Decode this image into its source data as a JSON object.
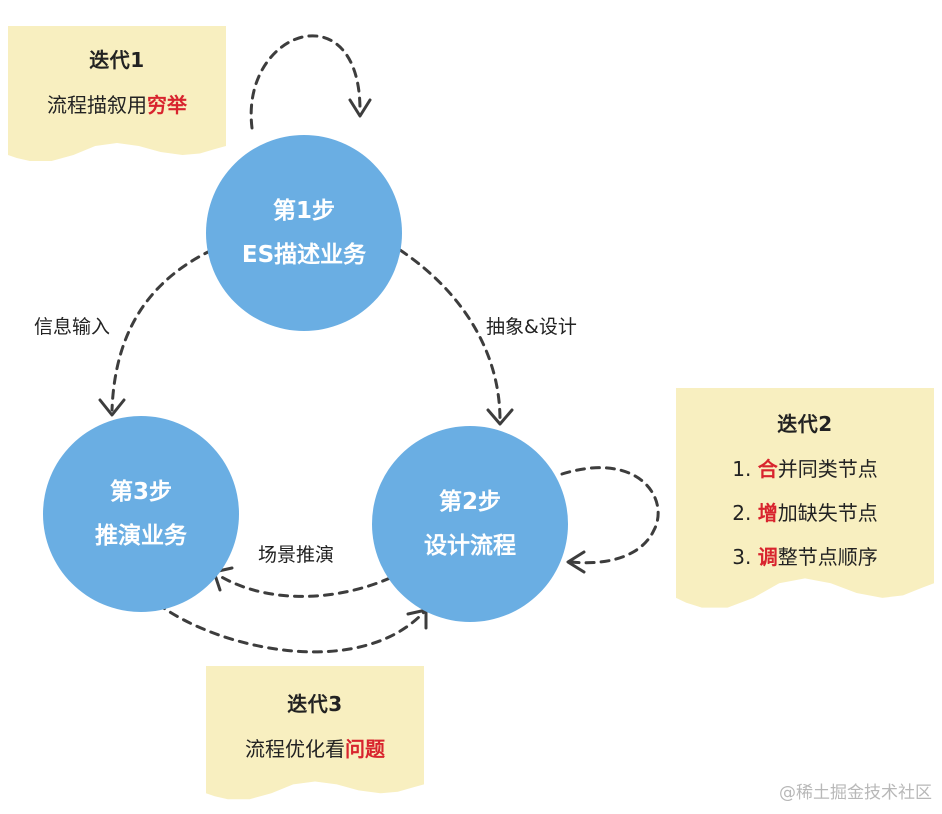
{
  "notes": {
    "iteration_1": {
      "title": "迭代1",
      "line_prefix": "流程描叙用",
      "line_highlight": "穷举"
    },
    "iteration_2": {
      "title": "迭代2",
      "items": [
        {
          "prefix": "1. ",
          "highlight": "合",
          "rest": "并同类节点"
        },
        {
          "prefix": "2. ",
          "highlight": "增",
          "rest": "加缺失节点"
        },
        {
          "prefix": "3. ",
          "highlight": "调",
          "rest": "整节点顺序"
        }
      ]
    },
    "iteration_3": {
      "title": "迭代3",
      "line_prefix": "流程优化看",
      "line_highlight": "问题"
    }
  },
  "steps": {
    "step_1": {
      "line1": "第1步",
      "line2": "ES描述业务"
    },
    "step_2": {
      "line1": "第2步",
      "line2": "设计流程"
    },
    "step_3": {
      "line1": "第3步",
      "line2": "推演业务"
    }
  },
  "edges": {
    "info_input": "信息输入",
    "abstract_design": "抽象&设计",
    "scene_deduction": "场景推演"
  },
  "watermark": "@稀土掘金技术社区",
  "colors": {
    "circle": "#6aaee3",
    "note_bg": "#f8efc0",
    "highlight": "#d8242e",
    "arrow": "#3d3d3d"
  }
}
